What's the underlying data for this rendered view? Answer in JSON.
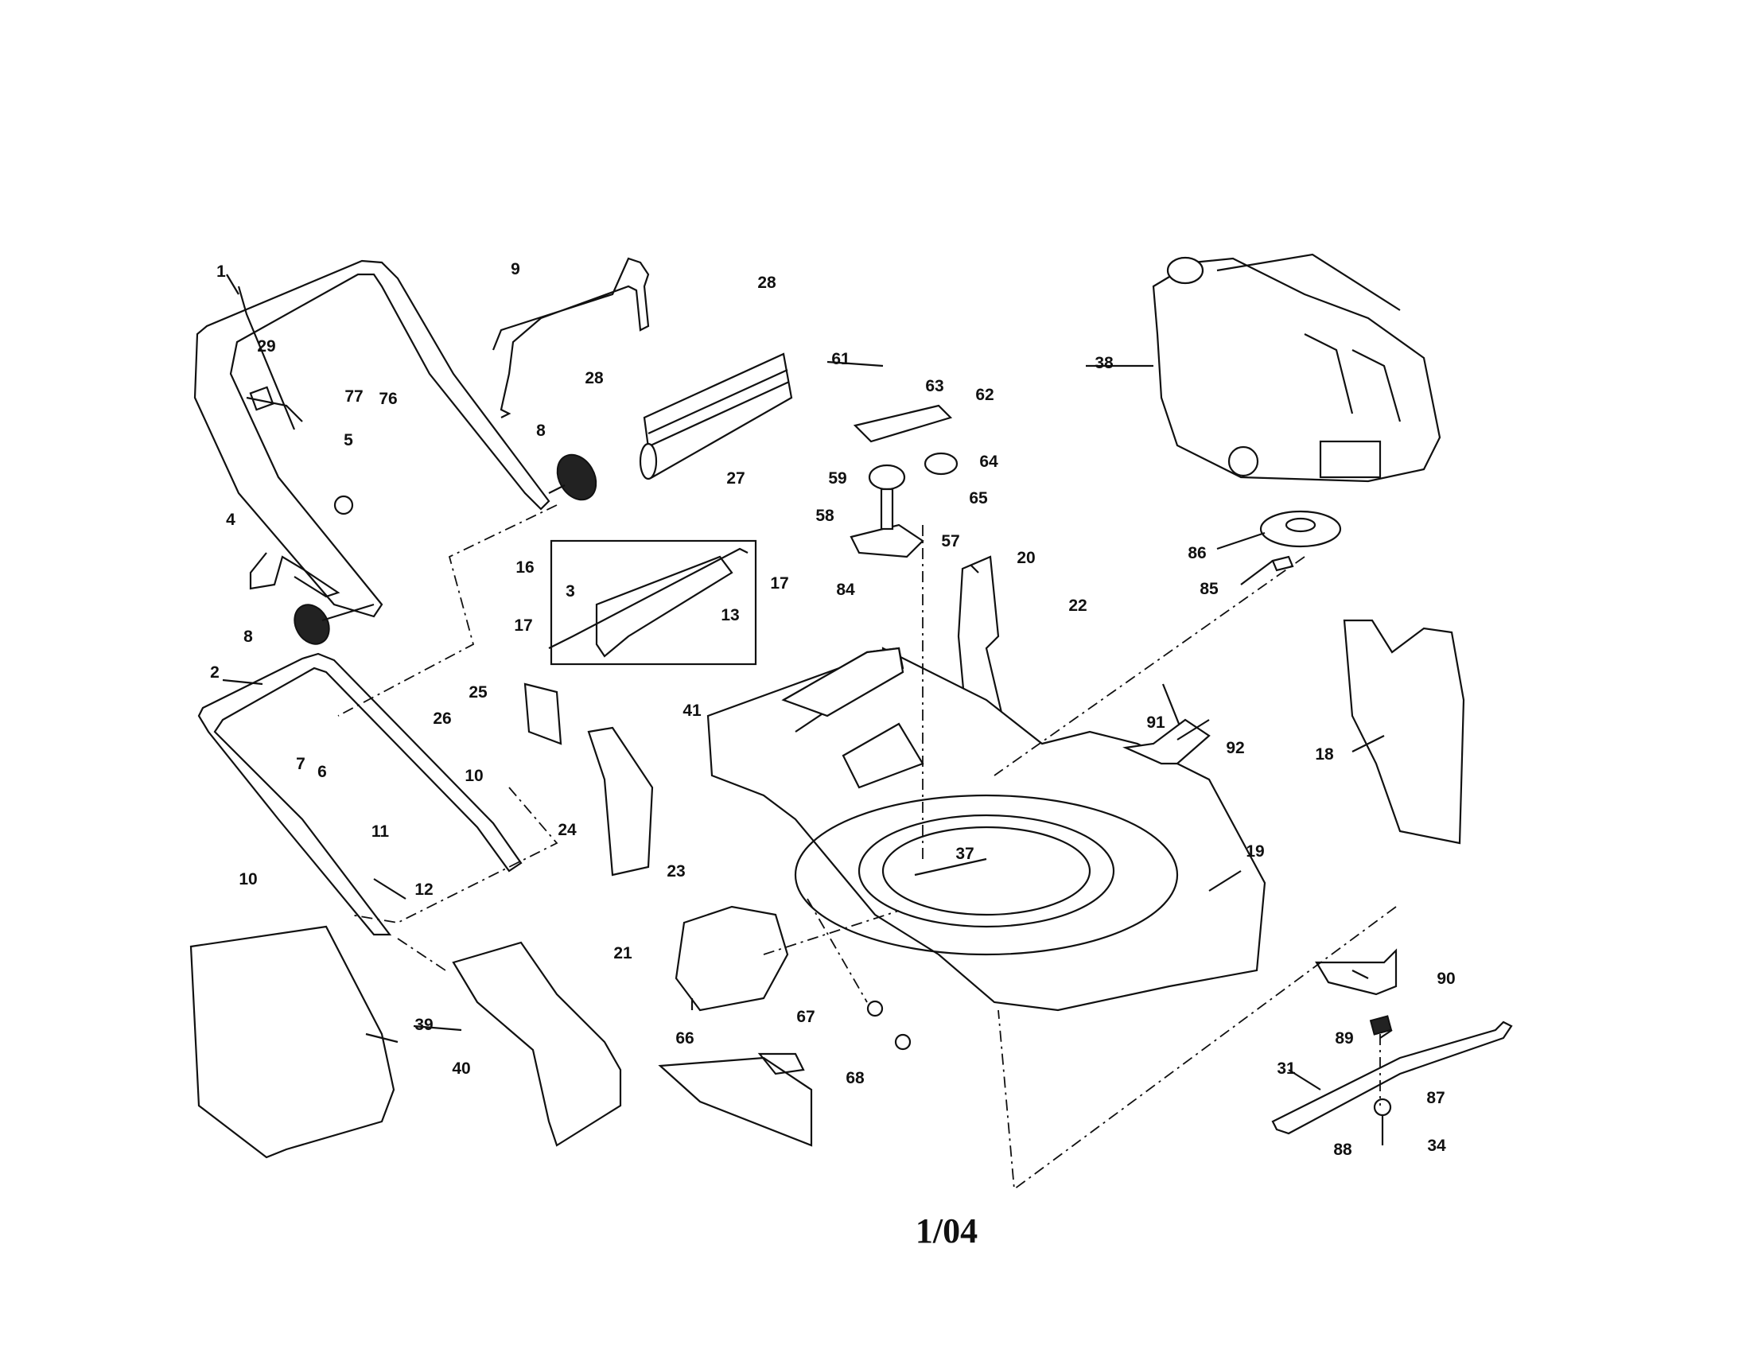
{
  "footer_code": "1/04",
  "labels": [
    "1",
    "2",
    "3",
    "4",
    "5",
    "6",
    "7",
    "8",
    "8",
    "9",
    "10",
    "10",
    "11",
    "12",
    "13",
    "16",
    "17",
    "17",
    "18",
    "19",
    "20",
    "21",
    "22",
    "23",
    "24",
    "25",
    "26",
    "27",
    "28",
    "28",
    "29",
    "31",
    "34",
    "37",
    "38",
    "39",
    "40",
    "41",
    "57",
    "58",
    "59",
    "61",
    "62",
    "63",
    "64",
    "65",
    "66",
    "67",
    "68",
    "76",
    "77",
    "84",
    "85",
    "86",
    "87",
    "88",
    "89",
    "90",
    "91",
    "92"
  ]
}
